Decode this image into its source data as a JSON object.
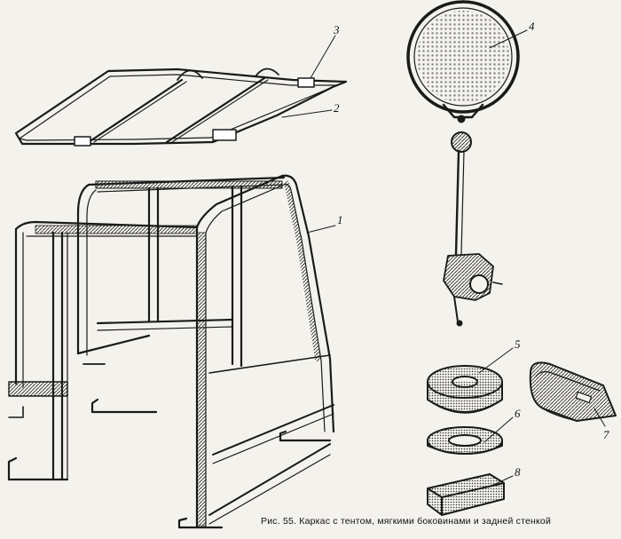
{
  "figure": {
    "caption": "Рис. 55. Каркас с тентом, мягкими боковинами и задней стенкой",
    "callouts": [
      "1",
      "2",
      "3",
      "4",
      "5",
      "6",
      "7",
      "8"
    ]
  }
}
